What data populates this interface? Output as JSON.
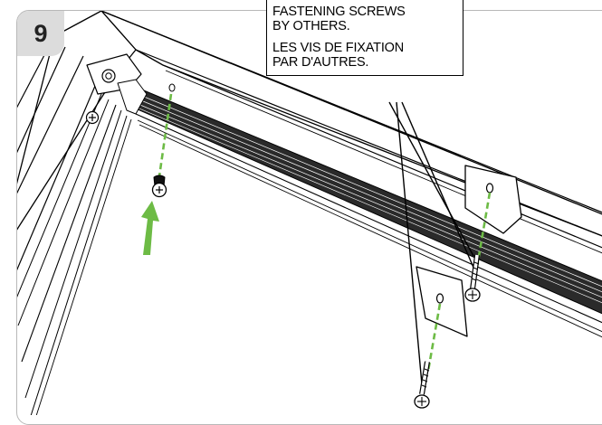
{
  "step": {
    "number": "9"
  },
  "callout": {
    "english": [
      "FASTENING SCREWS",
      "BY OTHERS."
    ],
    "french": [
      "LES VIS DE FIXATION",
      "PAR D'AUTRES."
    ]
  },
  "colors": {
    "arrow": "#6dbb45",
    "guide": "#6dbb45",
    "badge": "#dcdcdc",
    "border": "#b8b8b8"
  },
  "icons": {
    "arrow": "up-arrow-icon",
    "screw": "screw-icon"
  }
}
